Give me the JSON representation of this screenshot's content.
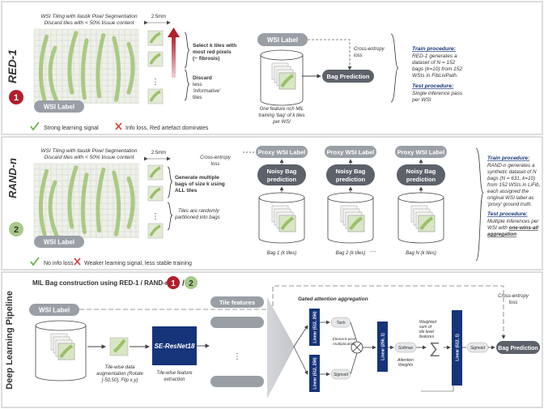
{
  "palette": {
    "grid_bg": "#eef0ea",
    "grid_line": "#cfd4c7",
    "tissue": "#9cbf6a",
    "pill": "#9a9fa6",
    "dark_pill": "#5d6169",
    "blue": "#16347a",
    "red": "#b21e2b",
    "green_badge": "#a9c98a",
    "check": "#6ab04c",
    "cross": "#d63a3a"
  },
  "panel1": {
    "label": "RED-1",
    "grid_caption_1": "WSI Tiling with Ilastik Pixel Segmentation",
    "grid_caption_2": "Discard tiles with < 50% tissue content",
    "scale": "2.5mm",
    "select_text": [
      "Select k tiles with",
      "most red pixels",
      "(~ fibrosis)"
    ],
    "discard_text": [
      "Discard",
      "less",
      "'informative'",
      "tiles"
    ],
    "wsi_label": "WSI Label",
    "ce_loss": [
      "Cross-entropy",
      "loss"
    ],
    "bag_prediction": "Bag Prediction",
    "stack_caption": [
      "One feature rich MIL",
      "training 'bag' of k tiles",
      "per WSI"
    ],
    "train_title": "Train procedure:",
    "train_body": [
      "RED-1 generates a",
      "dataset of N = 152",
      "bags (k=10) from 152",
      "WSIs in FibLivPath."
    ],
    "test_title": "Test procedure:",
    "test_body": [
      "Single inference pass",
      "per WSI"
    ],
    "pro": "Strong learning signal",
    "con": "Info loss, Red artefact dominates"
  },
  "panel2": {
    "label": "RAND-n",
    "badge": "2",
    "grid_caption_1": "WSI Tiling with Ilastik Pixel Segmentation",
    "grid_caption_2": "Discard tiles with < 50% tissue content",
    "scale": "2.5mm",
    "generate_text": [
      "Generate multiple",
      "bags of size k using",
      "ALL tiles"
    ],
    "random_text": [
      "Tiles are randomly",
      "partitioned into bags"
    ],
    "wsi_label": "WSI Label",
    "ce_loss": [
      "Cross-entropy",
      "loss"
    ],
    "proxy_label": "Proxy WSI Label",
    "noisy": [
      "Noisy Bag",
      "prediction"
    ],
    "bags": [
      "Bag 1 (k tiles)",
      "Bag 2 (k tiles)",
      "Bag N (k tiles)"
    ],
    "ellipsis": "...",
    "train_title": "Train procedure:",
    "train_body": [
      "RAND-n generates a",
      "synthetic dataset of N",
      "bags (N = 631, k=10)",
      "from 152 WSIs in LiFib,",
      "each assigned the",
      "original WSI label as",
      "'proxy' ground truth."
    ],
    "test_title": "Test procedure:",
    "test_body_1": [
      "Multiple inferences per"
    ],
    "test_body_2_plain": "WSI with ",
    "test_body_2_bold": "one-wins-all",
    "test_body_3": "aggregation",
    "pro": "No info loss",
    "con": "Weaker learning signal, less stable training"
  },
  "panel3": {
    "label": "Deep Learning Pipeline",
    "title": "MIL Bag construction using RED-1 / RAND-n",
    "badge": "2",
    "wsi_label": "WSI Label",
    "augment": [
      "Tile-wise data",
      "augmentation (Rotate",
      "[-50,50], Flip x,y)"
    ],
    "backbone": "SE-ResNet18",
    "extract": [
      "Tile-wise feature",
      "extraction"
    ],
    "tile_features": "Tile features",
    "gated": "Gated attention aggregation",
    "linear_top": "Linear (512, 256)",
    "linear_bot": "Linear (512, 256)",
    "tanh": "Tanh",
    "sigmoid": "Sigmoid",
    "elementwise": [
      "Element-wise",
      "multiplication"
    ],
    "linear_att": "Linear (256, 1)",
    "softmax": "Softmax",
    "att_weights": [
      "Attention",
      "Weights"
    ],
    "weighted": [
      "Weighted",
      "sum of",
      "tile level",
      "features"
    ],
    "linear_final": "Linear (512, 1)",
    "sigmoid_final": "Sigmoid",
    "ce_loss": [
      "Cross-entropy",
      "loss"
    ],
    "bag_prediction": "Bag Prediction",
    "ellipsis": "⋮"
  }
}
